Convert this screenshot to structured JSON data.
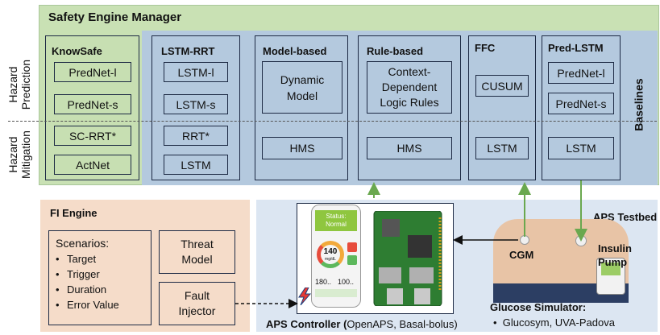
{
  "safety_engine": {
    "title": "Safety Engine Manager",
    "row_labels": {
      "prediction": "Hazard\nPrediction",
      "mitigation": "Hazard\nMitigation"
    },
    "baselines_label": "Baselines",
    "columns": [
      {
        "title": "KnowSafe",
        "items": [
          "PredNet-l",
          "PredNet-s",
          "SC-RRT*",
          "ActNet"
        ]
      },
      {
        "title": "LSTM-RRT",
        "items": [
          "LSTM-l",
          "LSTM-s",
          "RRT*",
          "LSTM"
        ]
      },
      {
        "title": "Model-based",
        "items": [
          "Dynamic\nModel",
          "HMS"
        ]
      },
      {
        "title": "Rule-based",
        "items": [
          "Context-\nDependent\nLogic Rules",
          "HMS"
        ]
      },
      {
        "title": "FFC",
        "items": [
          "CUSUM",
          "LSTM"
        ]
      },
      {
        "title": "Pred-LSTM",
        "items": [
          "PredNet-l",
          "PredNet-s",
          "LSTM"
        ]
      }
    ]
  },
  "fi_engine": {
    "title": "FI Engine",
    "scenarios_title": "Scenarios:",
    "scenarios": [
      "Target",
      "Trigger",
      "Duration",
      "Error Value"
    ],
    "threat_model": "Threat\nModel",
    "fault_injector": "Fault\nInjector"
  },
  "aps": {
    "testbed_label": "APS Testbed",
    "controller_prefix": "APS Controller (",
    "controller_detail": "OpenAPS, Basal-bolus)",
    "cgm": "CGM",
    "insulin_pump": "Insulin\nPump",
    "simulator_title": "Glucose Simulator:",
    "simulator_item": "Glucosym,  UVA-Padova",
    "phone": {
      "status": "Status:",
      "status_value": "Normal",
      "glucose": "140",
      "unit": "mg/dL",
      "stat_left": "180..",
      "stat_right": "100.."
    }
  },
  "colors": {
    "knowsafe_green": "#c7dfb2",
    "baseline_blue": "#b4c9de",
    "fi_peach": "#f5dcc9",
    "arrow_green": "#6aa84f"
  }
}
